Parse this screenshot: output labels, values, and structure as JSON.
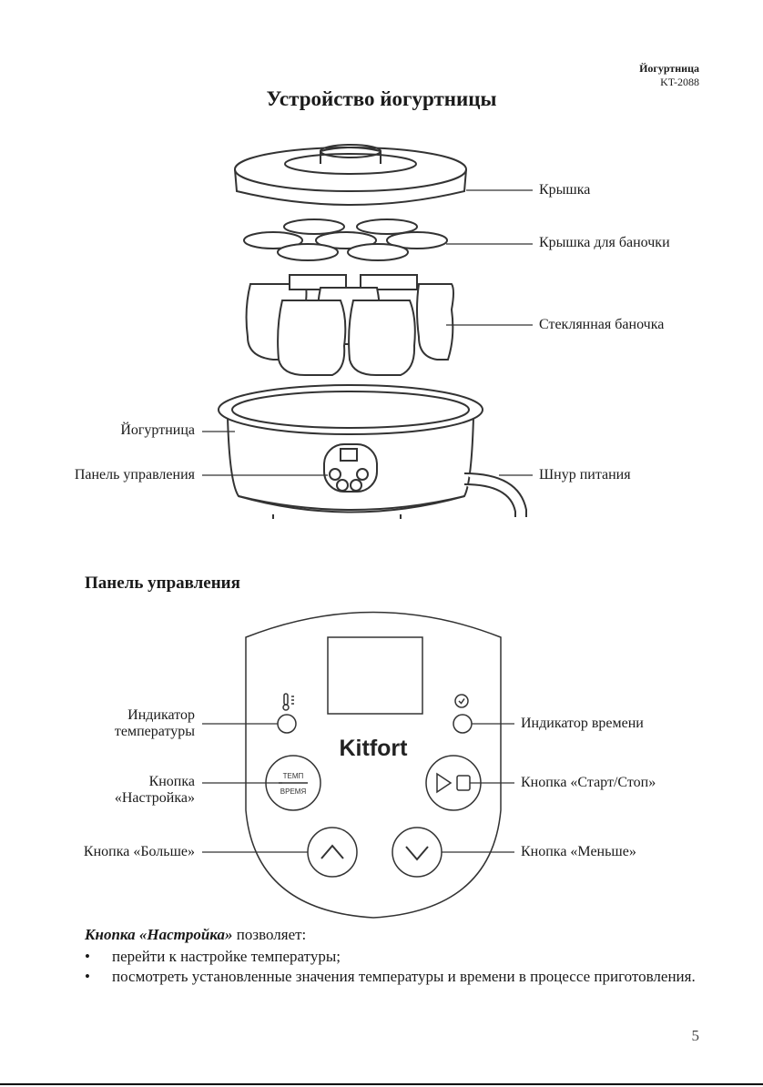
{
  "header": {
    "product": "Йогуртница",
    "model": "KT-2088"
  },
  "title": "Устройство йогуртницы",
  "device_labels": {
    "lid": "Крышка",
    "jar_lid": "Крышка для баночки",
    "glass_jar": "Стеклянная баночка",
    "yogurt_maker": "Йогуртница",
    "control_panel": "Панель управления",
    "power_cord": "Шнур питания"
  },
  "panel_section": {
    "title": "Панель управления",
    "brand": "Kitfort",
    "btn_top": "ТЕМП",
    "btn_bottom": "ВРЕМЯ",
    "labels": {
      "temp_indicator_1": "Индикатор",
      "temp_indicator_2": "температуры",
      "time_indicator": "Индикатор времени",
      "setting_button_1": "Кнопка",
      "setting_button_2": "«Настройка»",
      "start_stop_button": "Кнопка «Старт/Стоп»",
      "more_button": "Кнопка «Больше»",
      "less_button": "Кнопка «Меньше»"
    }
  },
  "description": {
    "lead": "Кнопка «Настройка»",
    "lead_rest": " позволяет:",
    "items": [
      "перейти к настройке температуры;",
      "посмотреть установленные значения температуры и времени в процессе приготовления."
    ]
  },
  "page_number": "5"
}
